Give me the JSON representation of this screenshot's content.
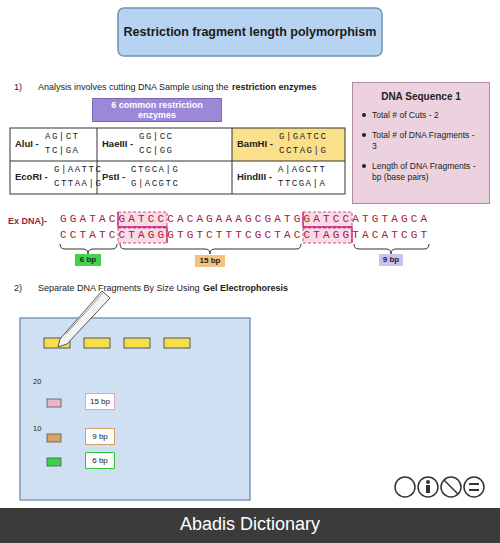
{
  "diagram": {
    "title": "Restriction fragment length polymorphism",
    "nodes": [
      {
        "text": [
          "6 common restriction enzymes"
        ]
      },
      {
        "text": [
          "DNA Sequence 1",
          "Total # of Cuts - 2",
          "Total # of DNA Fragments - 3",
          "Length of DNA Fragments - bp (base pairs)"
        ]
      },
      {
        "text": [
          "6 bp"
        ]
      },
      {
        "text": [
          "15 bp"
        ]
      },
      {
        "text": [
          "9 bp"
        ]
      },
      {
        "text": [
          "15 bp"
        ]
      },
      {
        "text": [
          "9 bp"
        ]
      },
      {
        "text": [
          "6 bp"
        ]
      }
    ],
    "labels": [
      "1)",
      "Analysis involves cutting DNA Sample using the",
      "restriction enzymes",
      "AluI -",
      "AG|CT",
      "TC|GA",
      "HaeIII -",
      "GG|CC",
      "CC|GG",
      "BamHI -",
      "G|GATCC",
      "CCTAG|G",
      "EcoRI -",
      "G|AATTC",
      "CTTAA|G",
      "PstI -",
      "CTGCA|G",
      "G|ACGTC",
      "HindIII -",
      "A|AGCTT",
      "TTCGA|A",
      "Ex DNA)-",
      "GGATACGATCCCACAGAAAGCGATGGATCCATGTAGCA",
      "CCTATCCTAGGGTGTCTTTCGCTACCTAGGTACATCGT",
      "2)",
      "Separate DNA Fragments By Size Using",
      "Gel Electrophoresis",
      "20",
      "10",
      "Abadis Dictionary"
    ]
  }
}
